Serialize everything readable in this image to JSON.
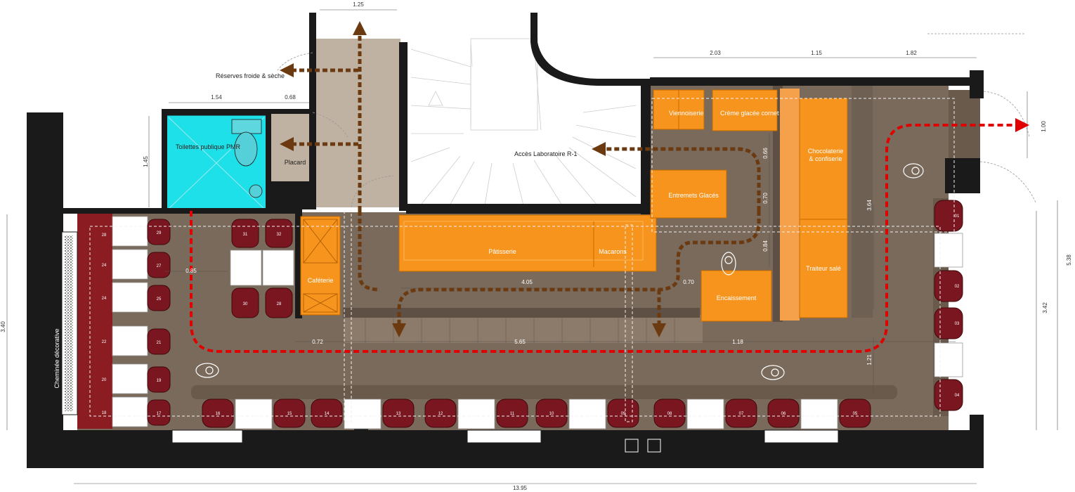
{
  "rooms": {
    "reserves": "Réserves froide & sèche",
    "toilettes": "Toilettes publique PMR",
    "placard": "Placard",
    "acces_labo": "Accès Laboratoire R-1",
    "viennoiserie": "Viennoiserie",
    "creme_glacee": "Crème glacée cornet",
    "chocolaterie_1": "Chocolaterie",
    "chocolaterie_2": "& confiserie",
    "entremets": "Entremets Glacés",
    "patisserie": "Pâtisserie",
    "macarons": "Macarons",
    "cafeterie": "Caféterie",
    "encaissement": "Encaissement",
    "traiteur": "Traiteur salé",
    "cheminee": "Cheminée décorative"
  },
  "dimensions": {
    "d_1_25": "1.25",
    "d_2_03": "2.03",
    "d_1_15": "1.15",
    "d_1_82": "1.82",
    "d_1_54": "1.54",
    "d_0_68": "0.68",
    "d_1_45": "1.45",
    "d_1_00": "1.00",
    "d_0_66": "0.66",
    "d_0_70a": "0.70",
    "d_0_84": "0.84",
    "d_3_64": "3.64",
    "d_5_38": "5.38",
    "d_3_42": "3.42",
    "d_3_40": "3.40",
    "d_0_85": "0.85",
    "d_4_05": "4.05",
    "d_0_70b": "0.70",
    "d_0_72": "0.72",
    "d_5_65": "5.65",
    "d_1_18": "1.18",
    "d_1_21": "1.21",
    "d_13_95": "13.95"
  },
  "seats": {
    "bench": [
      "28",
      "24",
      "24",
      "22",
      "20",
      "18"
    ],
    "chairs_left": [
      "29",
      "27",
      "25",
      "21",
      "19",
      "17"
    ],
    "top_tables": [
      "31",
      "32",
      "30",
      "28"
    ],
    "bottom": [
      "16",
      "15",
      "14",
      "13",
      "12",
      "11",
      "10",
      "09",
      "08",
      "07",
      "06",
      "05"
    ],
    "right": [
      "01",
      "02",
      "03",
      "04"
    ]
  },
  "colors": {
    "floor": "#7a6a5b",
    "counter": "#f7941d",
    "wall": "#1a1a1a",
    "toilet": "#1ee0e8",
    "stair_core": "#bfb2a2",
    "chair": "#7a1620",
    "bench": "#8a1c22",
    "path_red": "#e00000",
    "path_brown": "#6b3a10"
  }
}
